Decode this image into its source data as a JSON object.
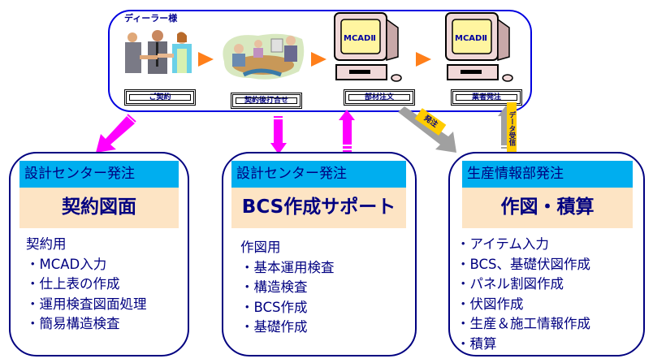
{
  "dealer": {
    "label": "ディーラー様",
    "steps": [
      {
        "label": "ご契約",
        "image": "handshake-clipart"
      },
      {
        "label": "契約後打合せ",
        "image": "meeting-clipart"
      },
      {
        "label": "部材注文",
        "image": "computer-clipart",
        "screen_text": "MCADⅡ"
      },
      {
        "label": "業者発注",
        "image": "computer-clipart",
        "screen_text": "MCADⅡ"
      }
    ]
  },
  "connectors": {
    "order_tag": "発注",
    "data_receive_tag": "データ受信"
  },
  "boxes": [
    {
      "header": "設計センター発注",
      "title": "契約図面",
      "items": [
        "契約用",
        "・MCAD入力",
        "・仕上表の作成",
        "・運用検査図面処理",
        "・簡易構造検査"
      ]
    },
    {
      "header": "設計センター発注",
      "title": "BCS作成サポート",
      "items": [
        "作図用",
        "・基本運用検査",
        "・構造検査",
        "・BCS作成",
        "・基礎作成"
      ]
    },
    {
      "header": "生産情報部発注",
      "title": "作図・積算",
      "items": [
        "・アイテム入力",
        "・BCS、基礎伏図作成",
        "・パネル割図作成",
        "・伏図作成",
        "・生産＆施工情報作成",
        "・積算"
      ]
    }
  ],
  "colors": {
    "frame_blue": "#0000e0",
    "text_navy": "#000080",
    "header_cyan": "#00aeef",
    "title_peach": "#fde4c4",
    "flow_orange": "#ff7f1a",
    "arrow_magenta": "#ff00ff",
    "arrow_gray": "#a0a0a0",
    "tag_yellow": "#ffcc00"
  }
}
